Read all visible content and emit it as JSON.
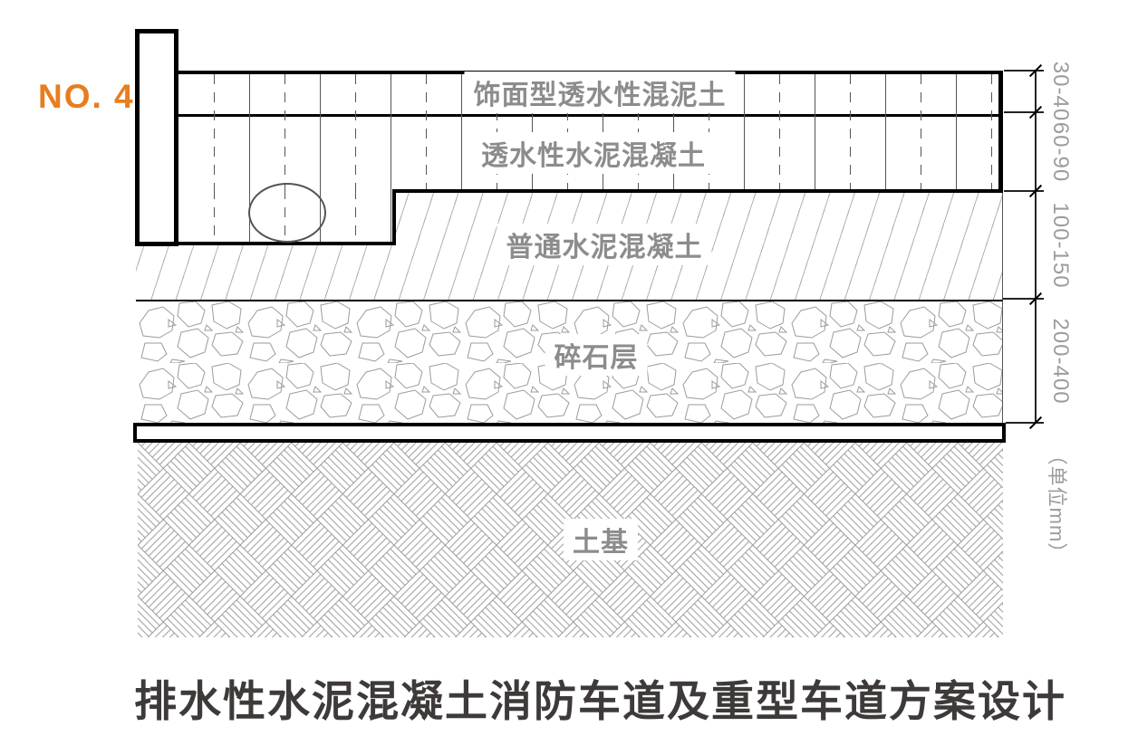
{
  "drawing_number": "NO. 4",
  "title": "排水性水泥混凝土消防车道及重型车道方案设计",
  "unit_note": "（单位mm）",
  "layers": [
    {
      "label": "饰面型透水性混泥土",
      "thickness": "30-40"
    },
    {
      "label": "透水性水泥混凝土",
      "thickness": "60-90"
    },
    {
      "label": "普通水泥混凝土",
      "thickness": "100-150"
    },
    {
      "label": "碎石层",
      "thickness": "200-400"
    },
    {
      "label": "土基",
      "thickness": ""
    }
  ],
  "colors": {
    "accent_orange": "#e87d1e",
    "label_gray": "#8c8c8c",
    "dim_gray": "#9c9c9c",
    "title_dark": "#3e3a39",
    "line_black": "#000000",
    "hatch_gray": "#afafaf"
  }
}
